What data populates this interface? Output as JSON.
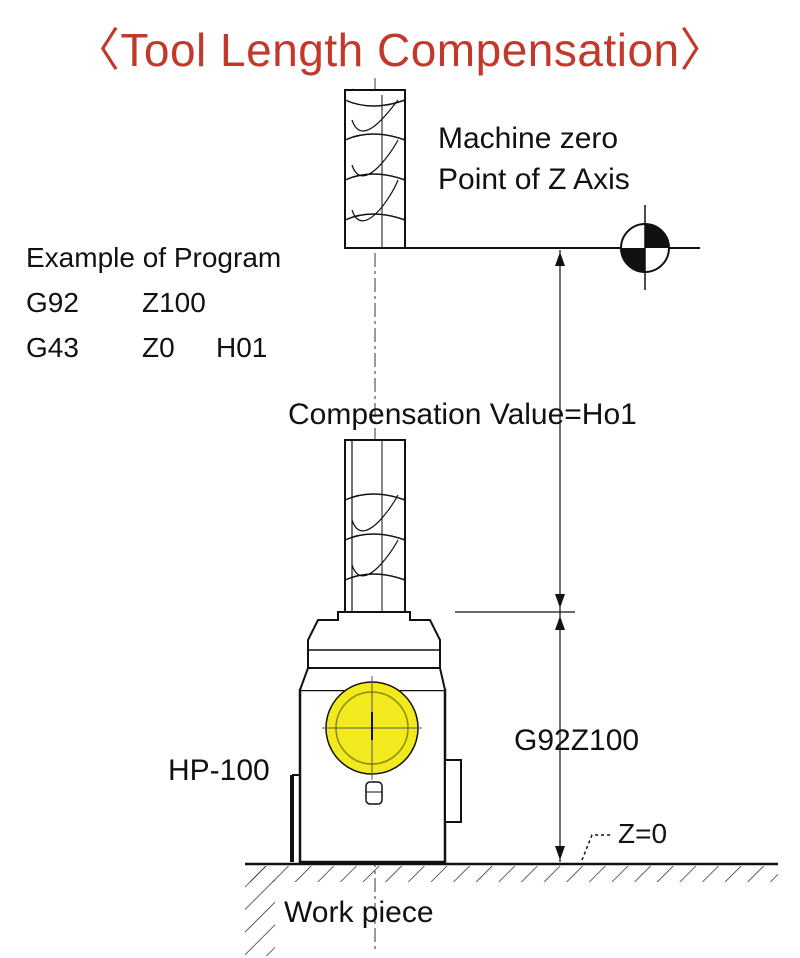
{
  "title": "〈Tool Length Compensation〉",
  "labels": {
    "machine_zero_line1": "Machine zero",
    "machine_zero_line2": "Point of Z Axis",
    "example_heading": "Example of Program",
    "program_line1_code": "G92",
    "program_line1_arg": "Z100",
    "program_line2_code": "G43",
    "program_line2_arg1": "Z0",
    "program_line2_arg2": "H01",
    "compensation": "Compensation Value=Ho1",
    "g92z100": "G92Z100",
    "hp100": "HP-100",
    "z0": "Z=0",
    "workpiece": "Work piece"
  },
  "colors": {
    "title": "#c0392b",
    "setter_yellow": "#f2ea1e",
    "line": "#111111"
  }
}
